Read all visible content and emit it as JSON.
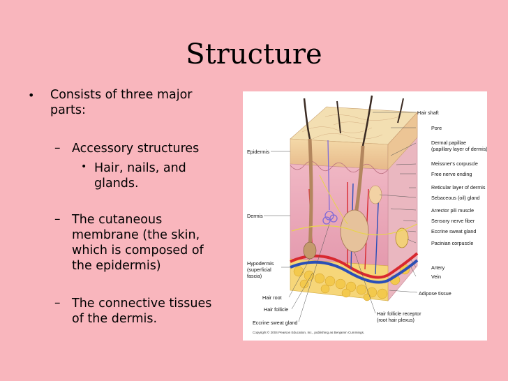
{
  "slide": {
    "title": "Structure",
    "bullet_marker": "•",
    "dash_marker": "–",
    "bullet1_line1": "Consists of three major",
    "bullet1_line2": "parts:",
    "sub1": "Accessory structures",
    "subsub_marker": "•",
    "subsub1_line1": "Hair, nails, and",
    "subsub1_line2": "glands.",
    "sub2_line1": "The cutaneous",
    "sub2_line2": "membrane (the skin,",
    "sub2_line3": "which is composed of",
    "sub2_line4": "the epidermis)",
    "sub3_line1": "The connective tissues",
    "sub3_line2": "of the dermis."
  },
  "figure": {
    "labels_right": [
      "Hair shaft",
      "Pore",
      "Dermal papillae",
      "(papillary layer of dermis)",
      "Meissner's corpuscle",
      "Free nerve ending",
      "Reticular layer of dermis",
      "Sebaceous (oil) gland",
      "Arrector pili muscle",
      "Sensory nerve fiber",
      "Eccrine sweat gland",
      "Pacinian corpuscle",
      "Artery",
      "Vein",
      "Adipose tissue"
    ],
    "labels_left": [
      "Epidermis",
      "Dermis",
      "Hypodermis",
      "(superficial",
      "fascia)"
    ],
    "labels_bottom": [
      "Hair root",
      "Hair follicle",
      "Eccrine sweat gland",
      "Hair follicle receptor",
      "(root hair plexus)"
    ],
    "copyright": "Copyright © 2004 Pearson Education, Inc., publishing as Benjamin Cummings."
  }
}
